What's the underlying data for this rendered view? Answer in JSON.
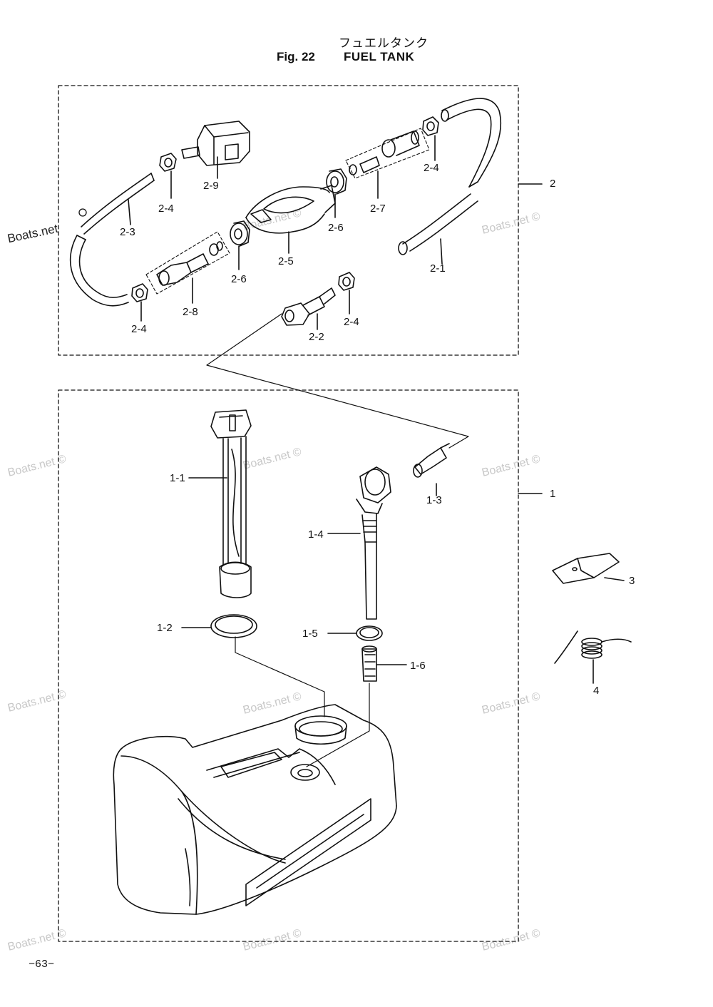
{
  "title": {
    "japanese": "フュエルタンク",
    "figure": "Fig. 22",
    "name": "FUEL TANK"
  },
  "page_number": "−63−",
  "watermark": "Boats.net ©",
  "watermark_left": "Boats.net",
  "labels": {
    "a_2": "2",
    "a_2_1": "2-1",
    "a_2_2": "2-2",
    "a_2_3": "2-3",
    "a_2_4_top": "2-4",
    "a_2_4_mid": "2-4",
    "a_2_4_low": "2-4",
    "a_2_4_bot": "2-4",
    "a_2_5": "2-5",
    "a_2_6_left": "2-6",
    "a_2_6_right": "2-6",
    "a_2_7": "2-7",
    "a_2_8": "2-8",
    "a_2_9": "2-9",
    "a_1": "1",
    "a_1_1": "1-1",
    "a_1_2": "1-2",
    "a_1_3": "1-3",
    "a_1_4": "1-4",
    "a_1_5": "1-5",
    "a_1_6": "1-6",
    "a_3": "3",
    "a_4": "4"
  }
}
